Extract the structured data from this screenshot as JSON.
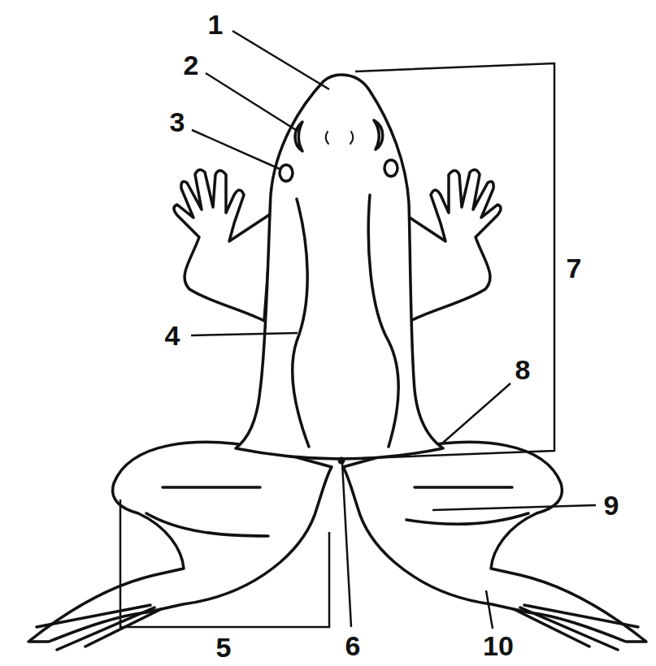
{
  "diagram": {
    "labels": [
      "1",
      "2",
      "3",
      "4",
      "5",
      "6",
      "7",
      "8",
      "9",
      "10"
    ]
  }
}
